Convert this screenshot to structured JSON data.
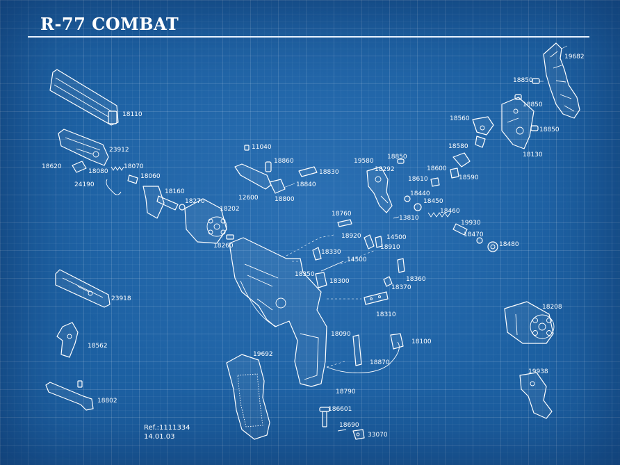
{
  "title": "R-77 COMBAT",
  "reference": {
    "line1": "Ref.:1111334",
    "line2": "14.01.03"
  },
  "colors": {
    "background": "#1d61a3",
    "grid": "#ffffff",
    "linework": "#ffffff"
  },
  "part_numbers": {
    "p19682": "19682",
    "p18850a": "18850",
    "p18850b": "18850",
    "p18850c": "18850",
    "p18110": "18110",
    "p18560": "18560",
    "p18130": "18130",
    "p23912": "23912",
    "p11040": "11040",
    "p18580": "18580",
    "p18620": "18620",
    "p18070": "18070",
    "p18080": "18080",
    "p18860": "18860",
    "p19580": "19580",
    "p18850d": "18850",
    "p18292": "18292",
    "p18600": "18600",
    "p18060": "18060",
    "p18830": "18830",
    "p18610": "18610",
    "p18590": "18590",
    "p24190": "24190",
    "p18840": "18840",
    "p18160": "18160",
    "p12600": "12600",
    "p18800": "18800",
    "p18440": "18440",
    "p18270": "18270",
    "p18450": "18450",
    "p18202": "18202",
    "p18460": "18460",
    "p18760": "18760",
    "p13810": "13810",
    "p19930": "19930",
    "p18920": "18920",
    "p14500a": "14500",
    "p18470": "18470",
    "p18260": "18260",
    "p18910": "18910",
    "p18480": "18480",
    "p18330": "18330",
    "p14500b": "14500",
    "p18350": "18350",
    "p18300": "18300",
    "p18360": "18360",
    "p23918": "23918",
    "p18370": "18370",
    "p18208": "18208",
    "p18310": "18310",
    "p18090": "18090",
    "p18100": "18100",
    "p18562": "18562",
    "p19692": "19692",
    "p18870": "18870",
    "p19938": "19938",
    "p18790": "18790",
    "p18802": "18802",
    "p186601": "186601",
    "p18690": "18690",
    "p33070": "33070"
  }
}
